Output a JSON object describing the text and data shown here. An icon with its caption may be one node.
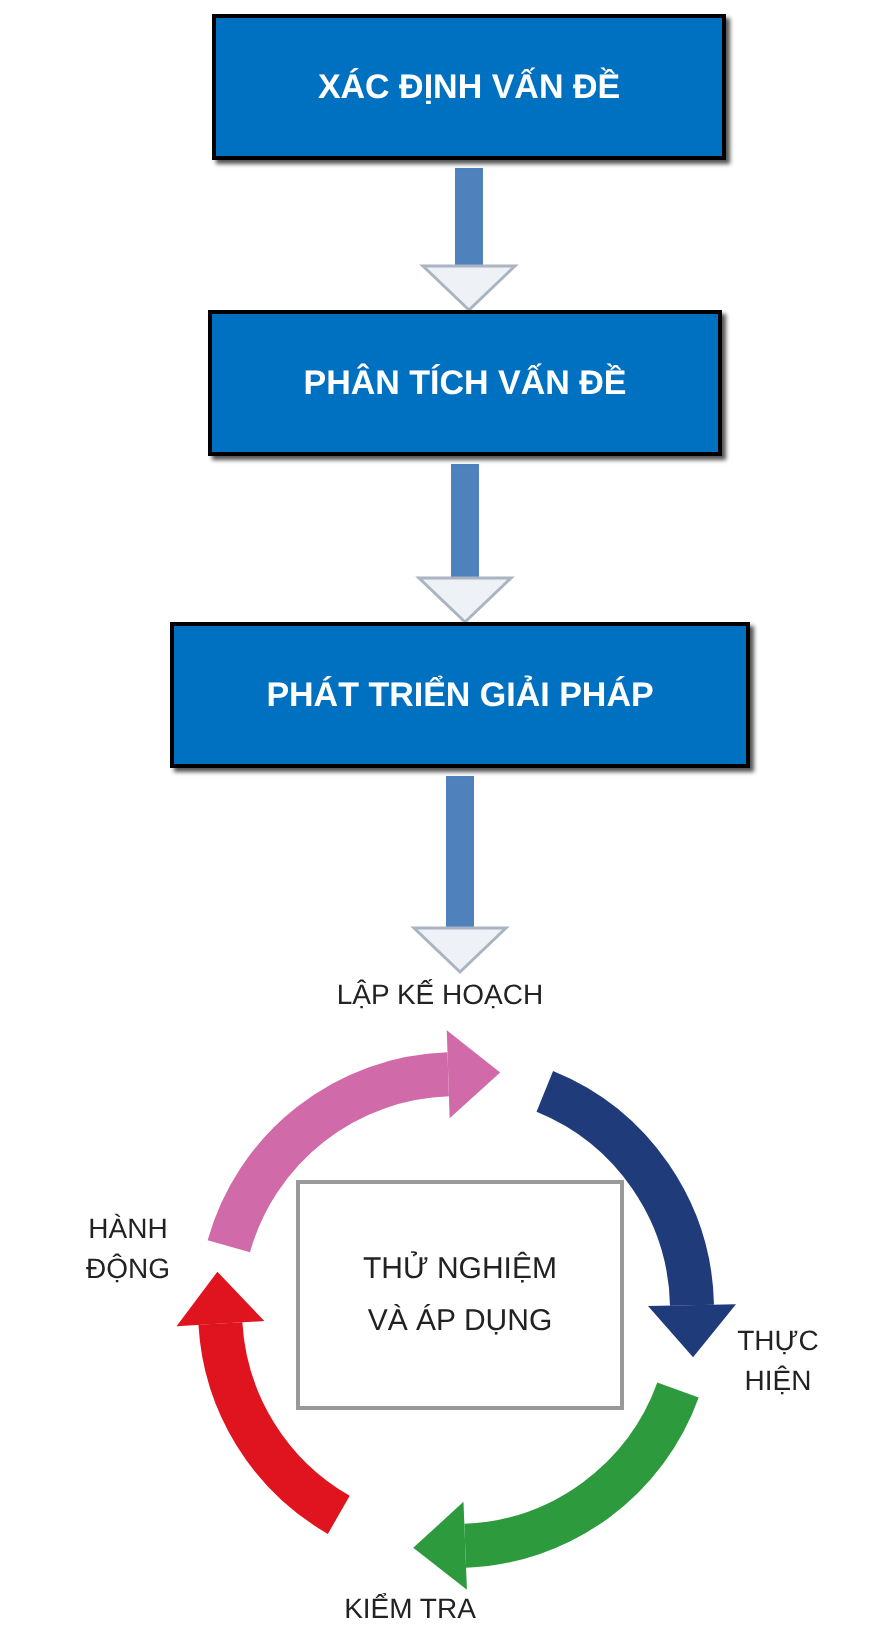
{
  "diagram": {
    "nodes": [
      {
        "text": [
          "XÁC ĐỊNH VẤN ĐỀ"
        ]
      },
      {
        "text": [
          "PHÂN TÍCH VẤN ĐỀ"
        ]
      },
      {
        "text": [
          "PHÁT TRIỂN GIẢI PHÁP"
        ]
      },
      {
        "text": [
          "LẬP KẾ HOẠCH"
        ]
      },
      {
        "text": [
          "THỰC HIỆN"
        ]
      },
      {
        "text": [
          "KIỂM TRA"
        ]
      },
      {
        "text": [
          "HÀNH ĐỘNG"
        ]
      },
      {
        "text": [
          "THỬ NGHIỆM VÀ ÁP DỤNG"
        ]
      }
    ],
    "edges": [
      {
        "from": 0,
        "to": 1,
        "arrow": "to",
        "color": "#4f81bd"
      },
      {
        "from": 1,
        "to": 2,
        "arrow": "to",
        "color": "#4f81bd"
      },
      {
        "from": 2,
        "to": 3,
        "arrow": "to",
        "color": "#4f81bd"
      },
      {
        "from": 3,
        "to": 4,
        "arrow": "to",
        "color": "#1f3b7a"
      },
      {
        "from": 4,
        "to": 5,
        "arrow": "to",
        "color": "#2e9a3e"
      },
      {
        "from": 5,
        "to": 6,
        "arrow": "to",
        "color": "#e0141e"
      },
      {
        "from": 6,
        "to": 3,
        "arrow": "to",
        "color": "#d16aa8"
      }
    ]
  }
}
